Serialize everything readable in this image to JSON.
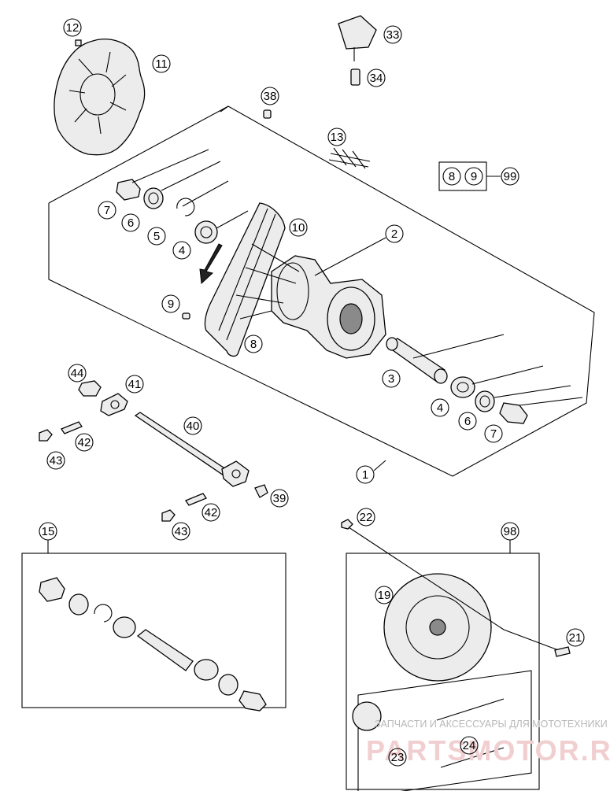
{
  "callouts": {
    "c1": "1",
    "c2": "2",
    "c3": "3",
    "c4a": "4",
    "c4b": "4",
    "c5": "5",
    "c6a": "6",
    "c6b": "6",
    "c7a": "7",
    "c7b": "7",
    "c8a": "8",
    "c8k": "8",
    "c9a": "9",
    "c9k": "9",
    "c10": "10",
    "c11": "11",
    "c12": "12",
    "c13": "13",
    "c15": "15",
    "c19": "19",
    "c21": "21",
    "c22": "22",
    "c23": "23",
    "c24": "24",
    "c33": "33",
    "c34": "34",
    "c38": "38",
    "c39": "39",
    "c40": "40",
    "c41": "41",
    "c42a": "42",
    "c42b": "42",
    "c43a": "43",
    "c43b": "43",
    "c44": "44",
    "c98": "98",
    "c99": "99"
  },
  "watermark": {
    "line1": "ЗАПЧАСТИ И АКСЕССУАРЫ ДЛЯ МОТОТЕХНИКИ",
    "line2": "PARTSMOTOR.RU"
  },
  "colors": {
    "ink": "#000000",
    "part_fill": "#ececec",
    "watermark_red": "#f1cfd0",
    "watermark_grey": "#b8b8b8"
  }
}
